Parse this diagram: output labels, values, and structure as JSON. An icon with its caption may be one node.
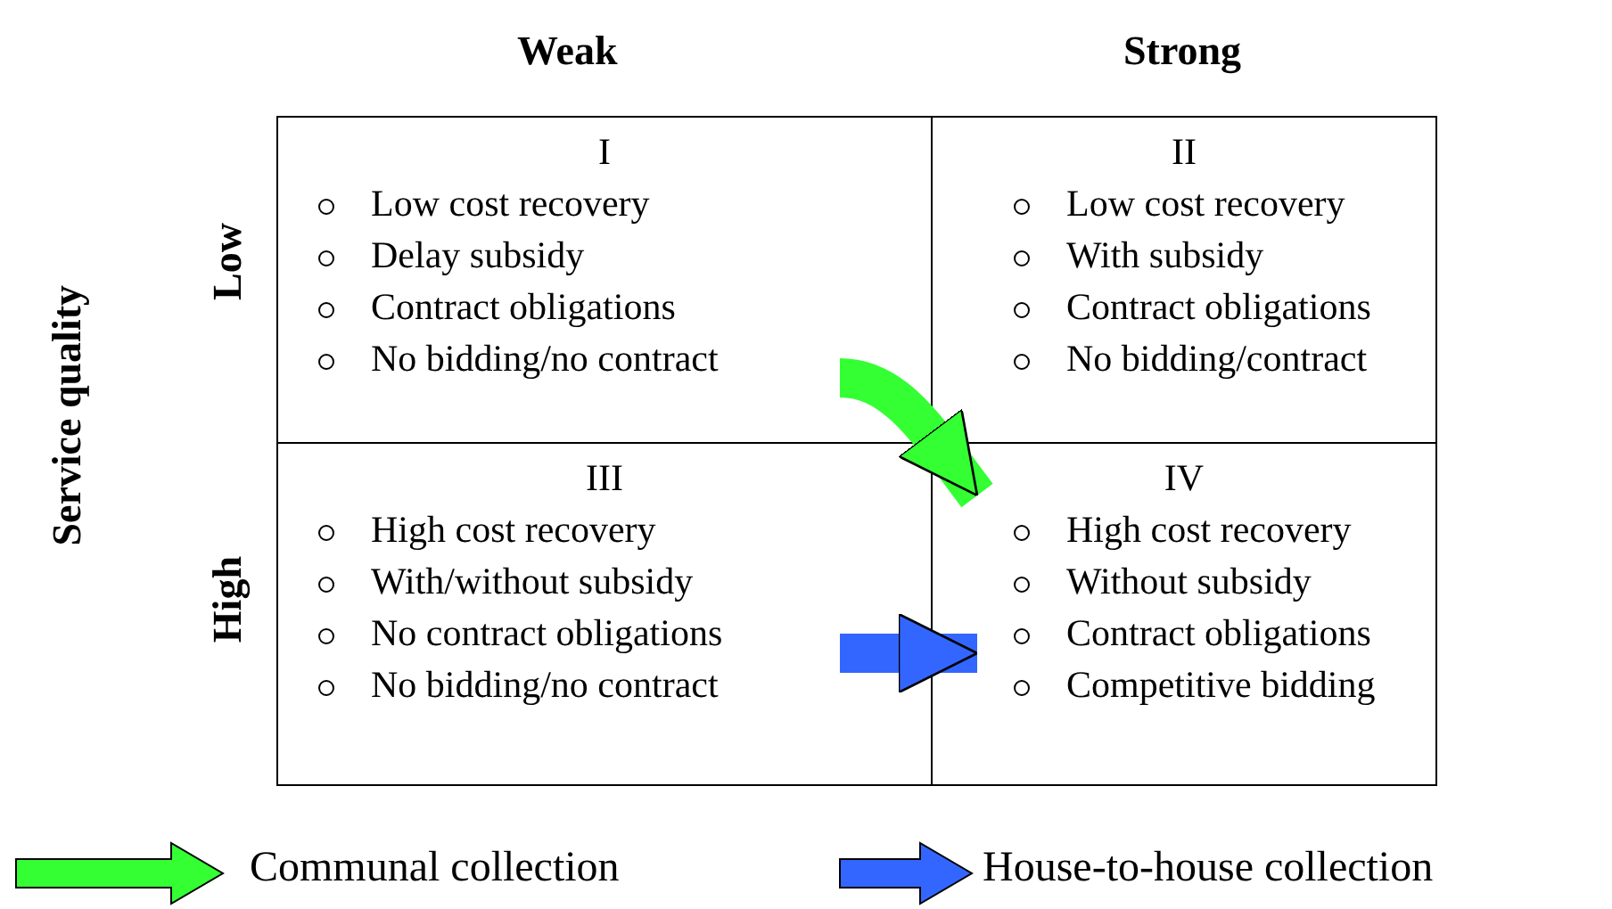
{
  "diagram": {
    "nodes": [
      {
        "text": [
          "I",
          "Low cost recovery",
          "Delay subsidy",
          "Contract obligations",
          "No bidding/no contract"
        ]
      },
      {
        "text": [
          "II",
          "Low cost recovery",
          "With subsidy",
          "Contract obligations",
          "No bidding/contract"
        ]
      },
      {
        "text": [
          "III",
          "High cost recovery",
          "With/without  subsidy",
          "No contract obligations",
          "No bidding/no contract"
        ]
      },
      {
        "text": [
          "IV",
          "High cost recovery",
          "Without subsidy",
          "Contract obligations",
          "Competitive bidding"
        ]
      }
    ],
    "edges": [
      {
        "from": 0,
        "to": 3,
        "arrow": "to",
        "color": "#33ff33"
      },
      {
        "from": 2,
        "to": 3,
        "arrow": "to",
        "color": "#3366ff"
      }
    ],
    "labels": [
      "Weak",
      "Strong",
      "Service quality",
      "Low",
      "High"
    ],
    "legend": [
      {
        "text": "Communal collection",
        "color": "#33ff33"
      },
      {
        "text": "House-to-house collection",
        "color": "#3366ff"
      }
    ]
  }
}
